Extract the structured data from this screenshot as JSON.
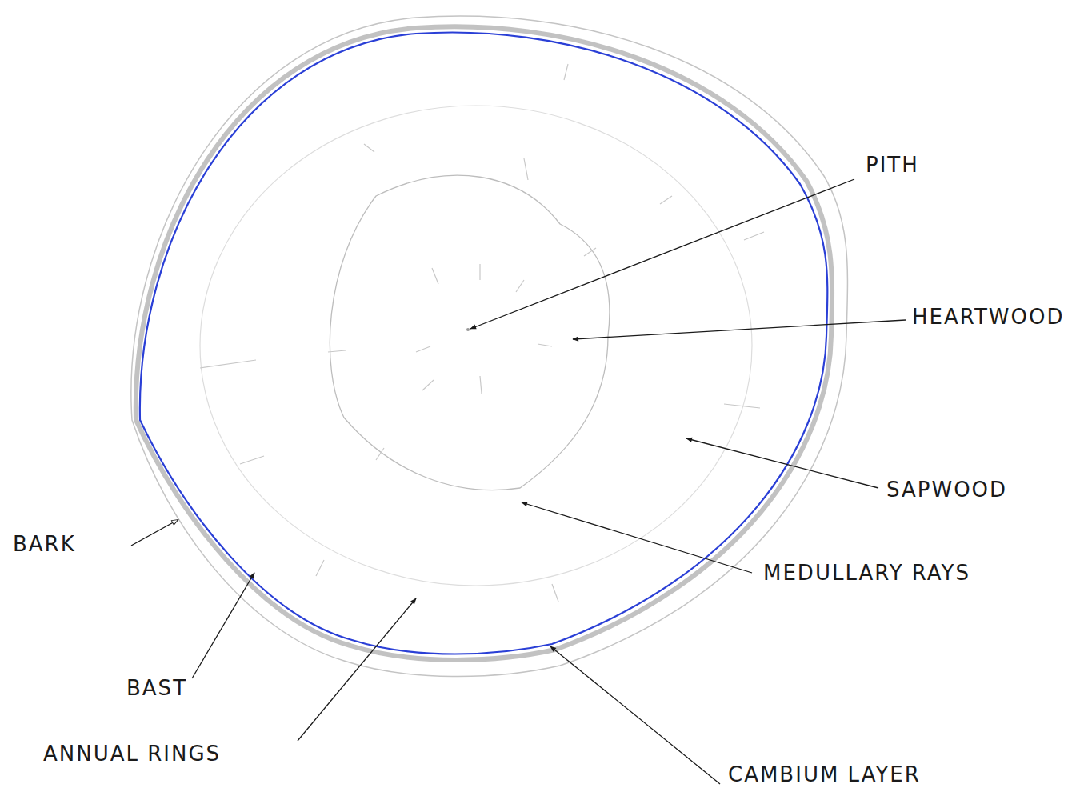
{
  "diagram": {
    "labels": [
      "PITH",
      "HEARTWOOD",
      "SAPWOOD",
      "BARK",
      "MEDULLARY RAYS",
      "BAST",
      "ANNUAL RINGS",
      "CAMBIUM LAYER"
    ]
  }
}
